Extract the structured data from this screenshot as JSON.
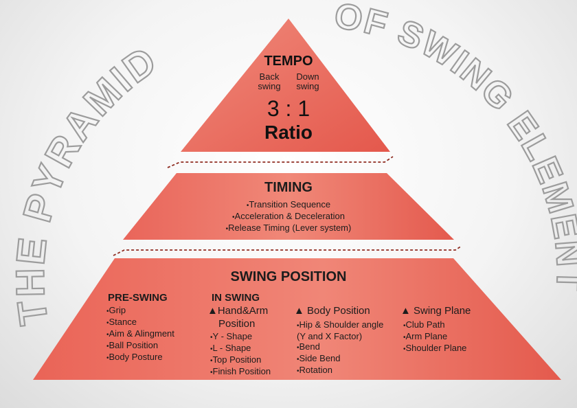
{
  "title_left": "THE PYRAMID",
  "title_right": "OF SWING ELEMENT",
  "colors": {
    "pyramid": "#e96459",
    "pyramid_light": "#f08a7b",
    "dash": "#8e2a1f",
    "arc_text": "#9c9c9c"
  },
  "tempo": {
    "heading": "TEMPO",
    "back_label": "Back\nswing",
    "down_label": "Down\nswing",
    "ratio_value": "3 : 1",
    "ratio_label": "Ratio"
  },
  "timing": {
    "heading": "TIMING",
    "items": [
      "Transition Sequence",
      "Acceleration & Deceleration",
      "Release Timing (Lever system)"
    ]
  },
  "swing_position": {
    "heading": "SWING POSITION",
    "pre_swing": {
      "heading": "PRE-SWING",
      "items": [
        "Grip",
        "Stance",
        "Aim & Alingment",
        "Ball Position",
        "Body Posture"
      ]
    },
    "in_swing": {
      "heading": "IN SWING"
    },
    "hand_arm": {
      "heading_line1": "▲Hand&Arm",
      "heading_line2": "Position",
      "items": [
        "Y - Shape",
        "L - Shape",
        "Top Position",
        "Finish Position"
      ]
    },
    "body_position": {
      "heading": "▲ Body Position",
      "items": [
        "Hip & Shoulder angle\n(Y and X Factor)",
        "Bend",
        "Side Bend",
        "Rotation"
      ]
    },
    "swing_plane": {
      "heading": "▲ Swing Plane",
      "items": [
        "Club Path",
        "Arm Plane",
        "Shoulder Plane"
      ]
    }
  }
}
